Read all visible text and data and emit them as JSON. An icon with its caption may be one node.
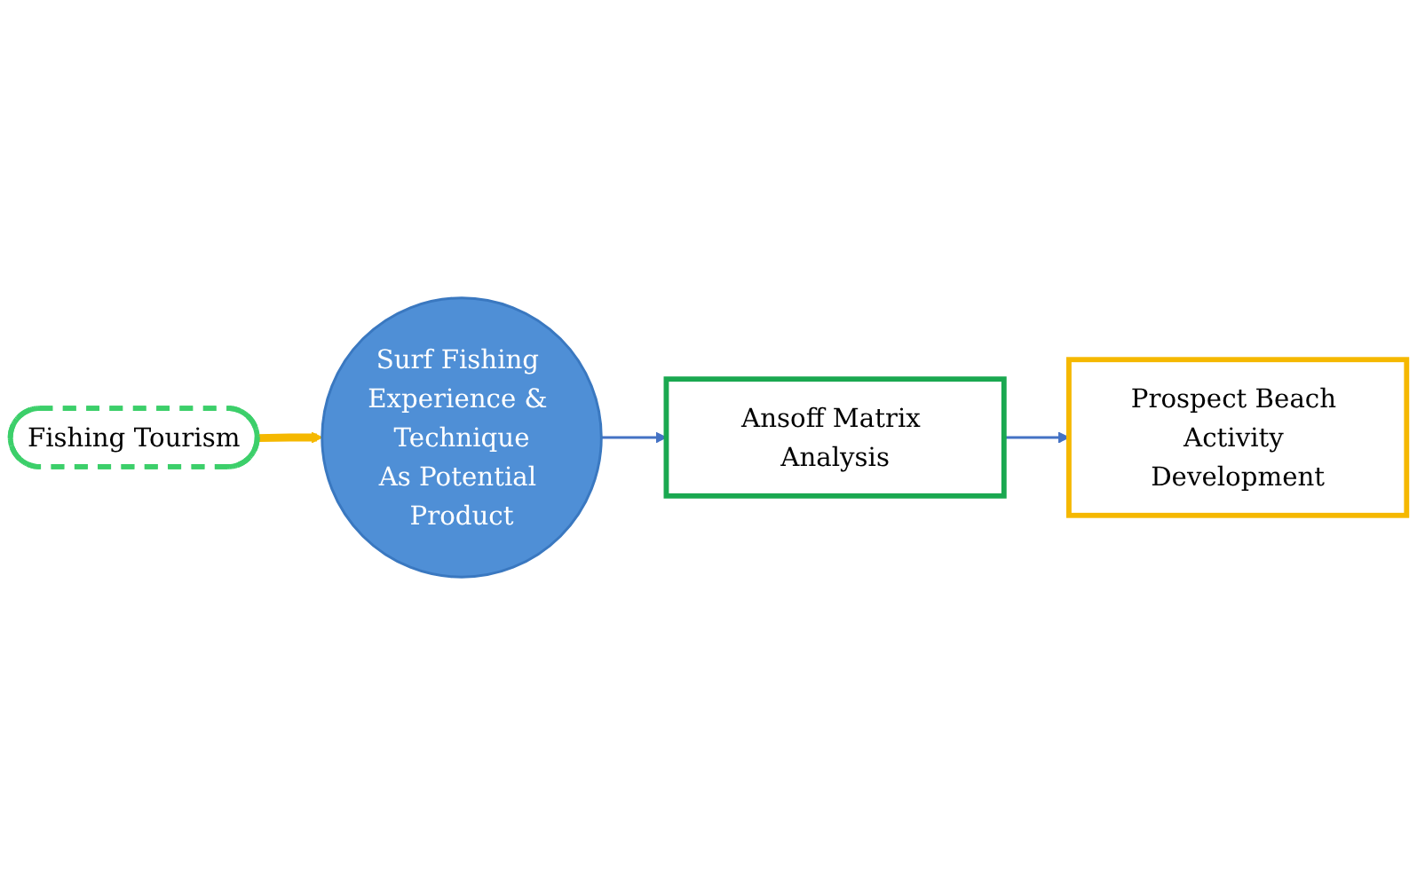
{
  "diagram": {
    "nodes": [
      {
        "text": [
          "Fishing Tourism"
        ]
      },
      {
        "text": [
          "Surf Fishing Experience & Technique",
          "As Potential Product"
        ]
      },
      {
        "text": [
          "Ansoff Matrix Analysis"
        ]
      },
      {
        "text": [
          "Prospect Beach Activity Development"
        ]
      }
    ],
    "edges": [
      {
        "from": 0,
        "to": 1,
        "arrow": "to",
        "style": "thick",
        "color": "#f5b800"
      },
      {
        "from": 1,
        "to": 2,
        "arrow": "to"
      },
      {
        "from": 2,
        "to": 3,
        "arrow": "to"
      }
    ]
  }
}
